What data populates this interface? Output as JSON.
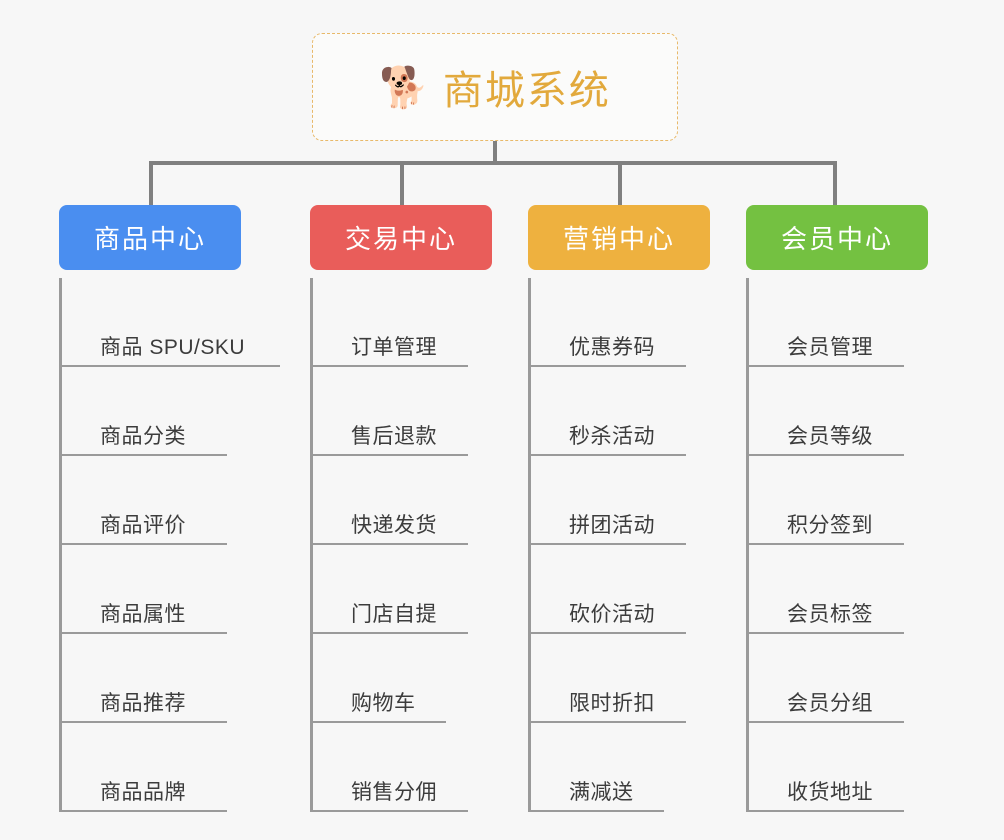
{
  "diagram": {
    "type": "org-chart",
    "root": {
      "icon": "shiba-dog-face-emoji",
      "icon_glyph": "🐕",
      "title": "商城系统",
      "border_color": "#e8b96a",
      "text_color": "#e2a93c",
      "background": "#fbfbfa"
    },
    "connector_color": "#808080",
    "background": "#f7f7f7",
    "columns": [
      {
        "title": "商品中心",
        "color": "#4a8ef0",
        "items": [
          "商品 SPU/SKU",
          "商品分类",
          "商品评价",
          "商品属性",
          "商品推荐",
          "商品品牌"
        ]
      },
      {
        "title": "交易中心",
        "color": "#e95d5a",
        "items": [
          "订单管理",
          "售后退款",
          "快递发货",
          "门店自提",
          "购物车",
          "销售分佣"
        ]
      },
      {
        "title": "营销中心",
        "color": "#eeb13f",
        "items": [
          "优惠券码",
          "秒杀活动",
          "拼团活动",
          "砍价活动",
          "限时折扣",
          "满减送"
        ]
      },
      {
        "title": "会员中心",
        "color": "#74c141",
        "items": [
          "会员管理",
          "会员等级",
          "积分签到",
          "会员标签",
          "会员分组",
          "收货地址"
        ]
      }
    ]
  }
}
